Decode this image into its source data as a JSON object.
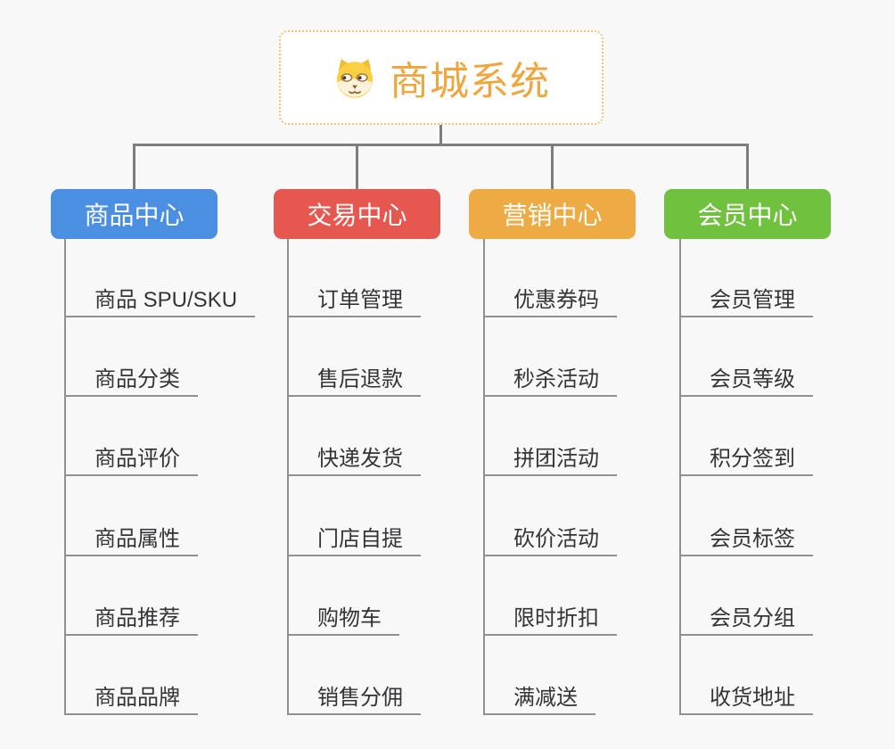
{
  "root": {
    "title": "商城系统",
    "icon": "dog-face-icon",
    "title_color": "#f0a63d",
    "border_color": "#f2c36b"
  },
  "connector_color": "#7d7d7d",
  "background_color": "#f8f8f8",
  "branches": [
    {
      "label": "商品中心",
      "color": "#4a8fe2",
      "children": [
        "商品 SPU/SKU",
        "商品分类",
        "商品评价",
        "商品属性",
        "商品推荐",
        "商品品牌"
      ]
    },
    {
      "label": "交易中心",
      "color": "#e5574f",
      "children": [
        "订单管理",
        "售后退款",
        "快递发货",
        "门店自提",
        "购物车",
        "销售分佣"
      ]
    },
    {
      "label": "营销中心",
      "color": "#eeab43",
      "children": [
        "优惠券码",
        "秒杀活动",
        "拼团活动",
        "砍价活动",
        "限时折扣",
        "满减送"
      ]
    },
    {
      "label": "会员中心",
      "color": "#70c13e",
      "children": [
        "会员管理",
        "会员等级",
        "积分签到",
        "会员标签",
        "会员分组",
        "收货地址"
      ]
    }
  ]
}
